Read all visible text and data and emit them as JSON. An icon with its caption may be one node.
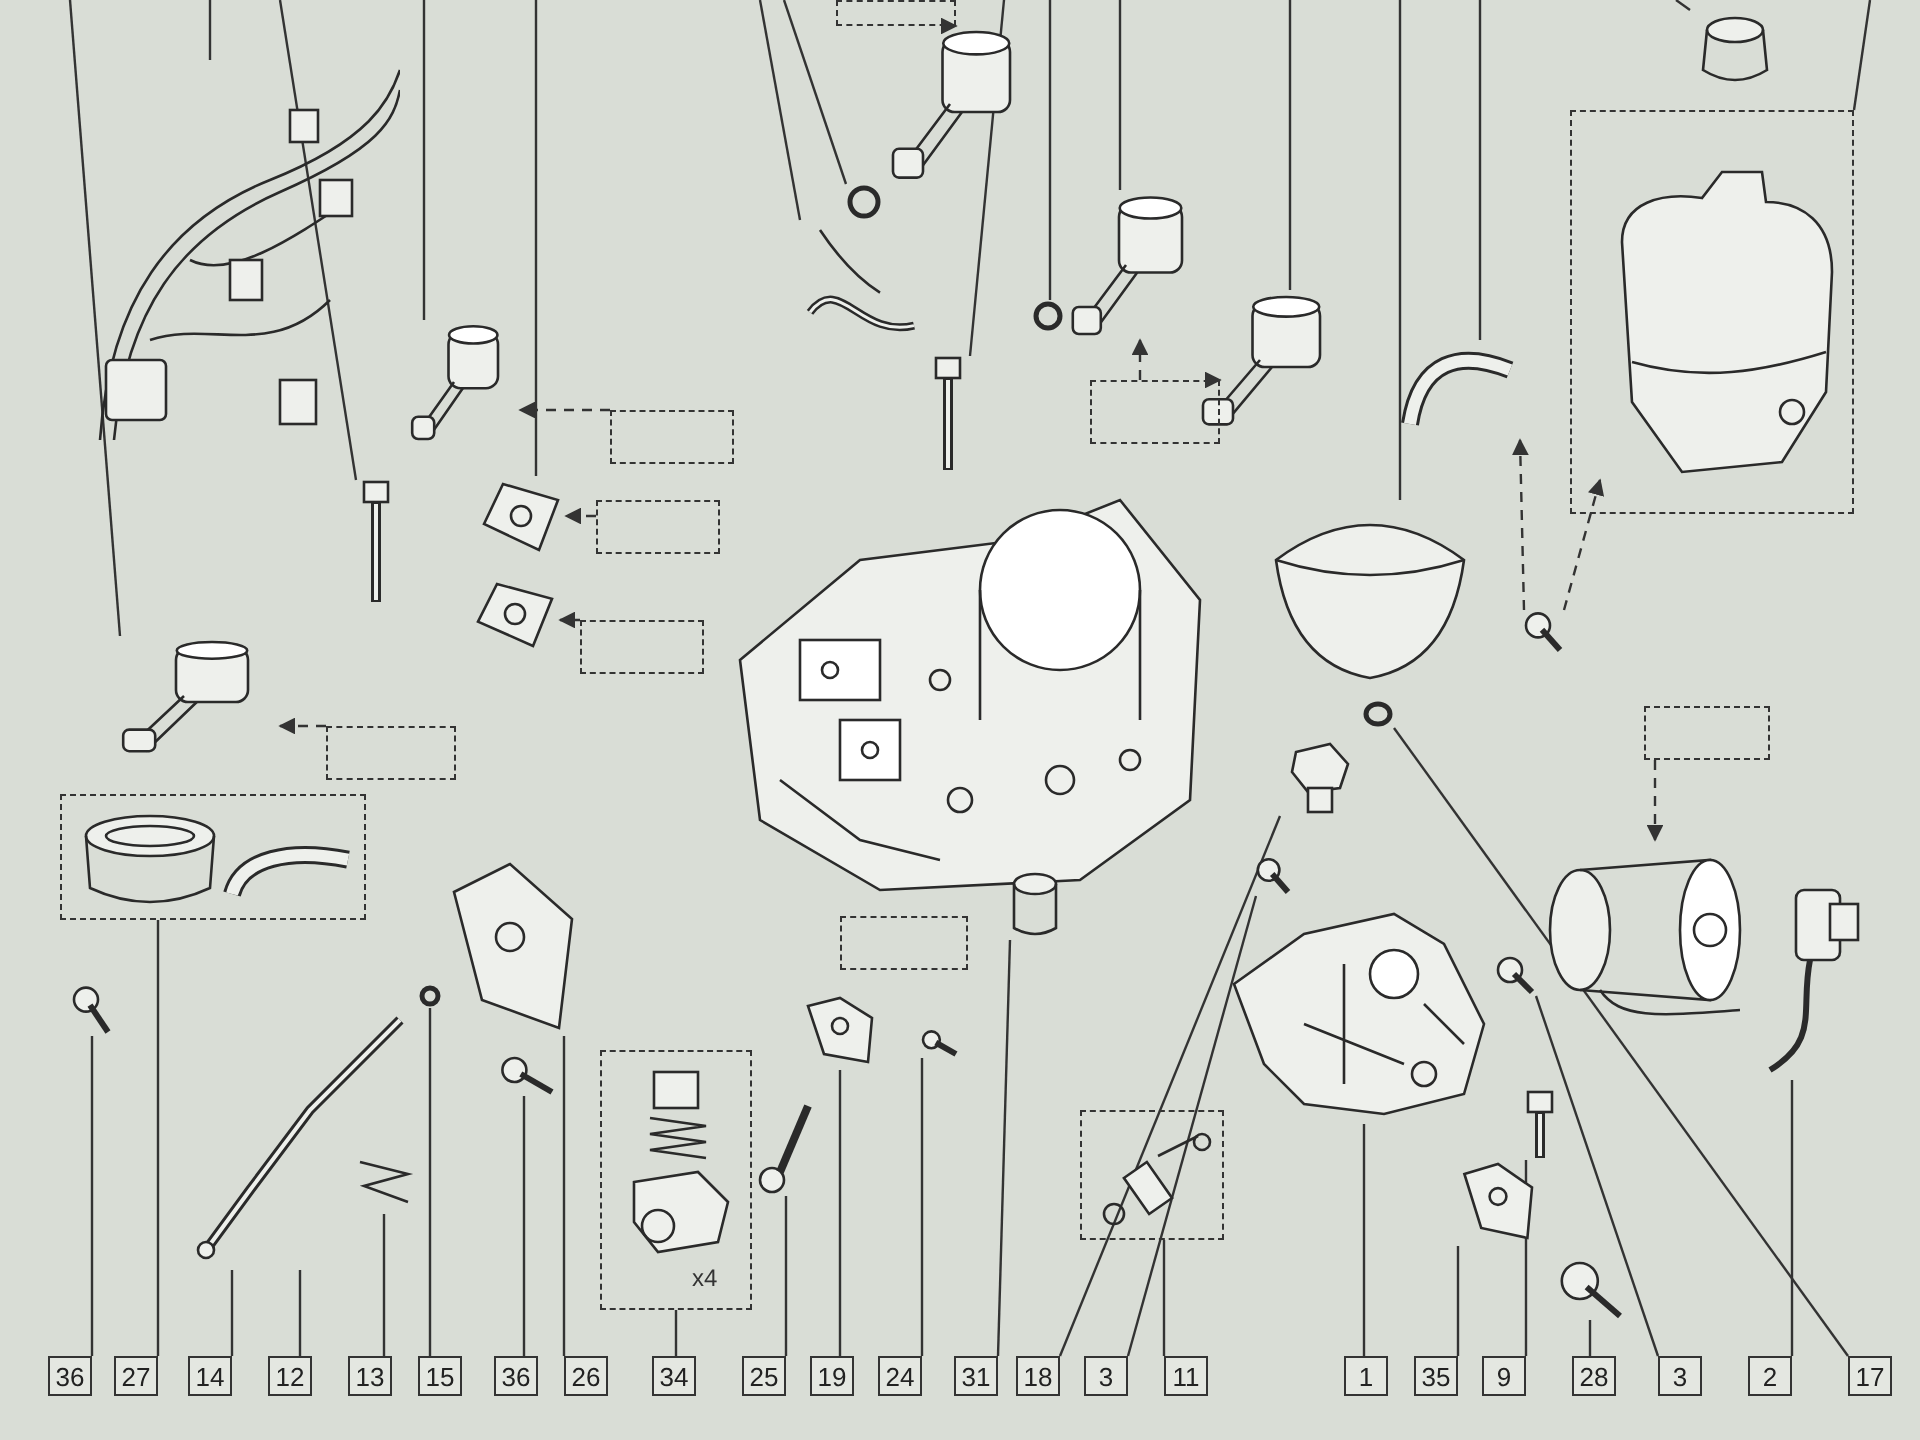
{
  "diagram": {
    "nodes": [
      {
        "text": [
          "36"
        ]
      },
      {
        "text": [
          "27"
        ]
      },
      {
        "text": [
          "14"
        ]
      },
      {
        "text": [
          "12"
        ]
      },
      {
        "text": [
          "13"
        ]
      },
      {
        "text": [
          "15"
        ]
      },
      {
        "text": [
          "36"
        ]
      },
      {
        "text": [
          "26"
        ]
      },
      {
        "text": [
          "34"
        ]
      },
      {
        "text": [
          "25"
        ]
      },
      {
        "text": [
          "19"
        ]
      },
      {
        "text": [
          "24"
        ]
      },
      {
        "text": [
          "31"
        ]
      },
      {
        "text": [
          "18"
        ]
      },
      {
        "text": [
          "3"
        ]
      },
      {
        "text": [
          "11"
        ]
      },
      {
        "text": [
          "1"
        ]
      },
      {
        "text": [
          "35"
        ]
      },
      {
        "text": [
          "9"
        ]
      },
      {
        "text": [
          "28"
        ]
      },
      {
        "text": [
          "3"
        ]
      },
      {
        "text": [
          "2"
        ]
      },
      {
        "text": [
          "17"
        ]
      },
      {
        "text": [],
        "shape": "picture"
      },
      {
        "text": [],
        "shape": "picture"
      },
      {
        "text": [],
        "shape": "picture"
      },
      {
        "text": [],
        "shape": "picture"
      },
      {
        "text": [],
        "shape": "picture"
      },
      {
        "text": [],
        "shape": "picture"
      },
      {
        "text": [],
        "shape": "picture"
      },
      {
        "text": [],
        "shape": "circle"
      },
      {
        "text": [],
        "shape": "picture"
      },
      {
        "text": [],
        "shape": "picture"
      },
      {
        "text": [],
        "shape": "picture"
      },
      {
        "text": [],
        "shape": "picture"
      },
      {
        "text": [],
        "shape": "circle"
      },
      {
        "text": [],
        "shape": "picture"
      },
      {
        "text": [],
        "shape": "picture"
      },
      {
        "text": [],
        "shape": "box"
      },
      {
        "text": [],
        "shape": "picture",
        "in": 38
      },
      {
        "text": [],
        "shape": "picture"
      },
      {
        "text": [],
        "shape": "picture"
      },
      {
        "text": [],
        "shape": "circle"
      },
      {
        "text": [],
        "shape": "picture"
      },
      {
        "text": [],
        "shape": "picture"
      },
      {
        "text": [],
        "shape": "picture"
      },
      {
        "text": [],
        "shape": "picture"
      },
      {
        "text": [],
        "shape": "picture"
      },
      {
        "text": [],
        "shape": "picture"
      },
      {
        "text": [],
        "shape": "picture"
      },
      {
        "text": [],
        "shape": "box"
      },
      {
        "text": [],
        "shape": "picture",
        "in": 50
      },
      {
        "text": [],
        "shape": "picture",
        "in": 50
      },
      {
        "text": [],
        "shape": "picture"
      },
      {
        "text": [],
        "shape": "picture"
      },
      {
        "text": [],
        "shape": "circle"
      },
      {
        "text": [],
        "shape": "picture"
      },
      {
        "text": [],
        "shape": "picture"
      },
      {
        "text": [],
        "shape": "picture"
      },
      {
        "text": [],
        "shape": "box"
      },
      {
        "text": [],
        "shape": "picture",
        "in": 59
      },
      {
        "text": [],
        "shape": "picture"
      },
      {
        "text": [],
        "shape": "picture"
      },
      {
        "text": [],
        "shape": "picture"
      },
      {
        "text": [],
        "shape": "picture"
      },
      {
        "text": [],
        "shape": "box"
      },
      {
        "text": [],
        "shape": "picture",
        "in": 65
      },
      {
        "text": [],
        "shape": "picture"
      },
      {
        "text": [],
        "shape": "picture"
      },
      {
        "text": [],
        "shape": "picture"
      },
      {
        "text": [],
        "shape": "box"
      },
      {
        "text": [],
        "shape": "box"
      },
      {
        "text": [],
        "shape": "box"
      },
      {
        "text": [],
        "shape": "box"
      },
      {
        "text": [],
        "shape": "box"
      },
      {
        "text": [],
        "shape": "box"
      },
      {
        "text": [],
        "shape": "box"
      },
      {
        "text": [],
        "shape": "box"
      }
    ],
    "edges": [
      {
        "from": 0,
        "to": 53,
        "arrow": "none"
      },
      {
        "from": 1,
        "to": 50,
        "arrow": "none"
      },
      {
        "from": 2,
        "to": 56,
        "arrow": "none"
      },
      {
        "from": 3,
        "to": 56,
        "arrow": "none"
      },
      {
        "from": 4,
        "to": 57,
        "arrow": "none"
      },
      {
        "from": 5,
        "to": 55,
        "arrow": "none"
      },
      {
        "from": 6,
        "to": 58,
        "arrow": "none"
      },
      {
        "from": 7,
        "to": 54,
        "arrow": "none"
      },
      {
        "from": 8,
        "to": 59,
        "arrow": "none"
      },
      {
        "from": 9,
        "to": 61,
        "arrow": "none"
      },
      {
        "from": 10,
        "to": 62,
        "arrow": "none"
      },
      {
        "from": 11,
        "to": 63,
        "arrow": "none"
      },
      {
        "from": 12,
        "to": 64,
        "arrow": "none"
      },
      {
        "from": 13,
        "to": 44,
        "arrow": "none"
      },
      {
        "from": 14,
        "to": 49,
        "arrow": "none"
      },
      {
        "from": 15,
        "to": 65,
        "arrow": "none"
      },
      {
        "from": 16,
        "to": 45,
        "arrow": "none"
      },
      {
        "from": 17,
        "to": 67,
        "arrow": "none"
      },
      {
        "from": 18,
        "to": 69,
        "arrow": "none"
      },
      {
        "from": 19,
        "to": 68,
        "arrow": "none"
      },
      {
        "from": 20,
        "to": 48,
        "arrow": "none"
      },
      {
        "from": 21,
        "to": 47,
        "arrow": "none"
      },
      {
        "from": 22,
        "to": 42,
        "arrow": "none"
      },
      {
        "from": 70,
        "to": 29,
        "arrow": "to",
        "style": "dashed"
      },
      {
        "from": 71,
        "to": 34,
        "arrow": "to",
        "style": "dashed"
      },
      {
        "from": 71,
        "to": 36,
        "arrow": "to",
        "style": "dashed"
      },
      {
        "from": 72,
        "to": 25,
        "arrow": "to",
        "style": "dashed"
      },
      {
        "from": 73,
        "to": 27,
        "arrow": "to",
        "style": "dashed"
      },
      {
        "from": 74,
        "to": 28,
        "arrow": "to",
        "style": "dashed"
      },
      {
        "from": 75,
        "to": 24,
        "arrow": "to",
        "style": "dashed"
      },
      {
        "from": 76,
        "to": 46,
        "arrow": "to",
        "style": "dashed"
      },
      {
        "from": 43,
        "to": 37,
        "arrow": "to",
        "style": "dashed"
      },
      {
        "from": 43,
        "to": 39,
        "arrow": "to",
        "style": "dashed"
      },
      {
        "from": null,
        "to": 24,
        "arrow": "none"
      },
      {
        "from": null,
        "to": 23,
        "arrow": "none"
      },
      {
        "from": null,
        "to": 26,
        "arrow": "none"
      },
      {
        "from": null,
        "to": 25,
        "arrow": "none"
      },
      {
        "from": null,
        "to": 27,
        "arrow": "none"
      },
      {
        "from": null,
        "to": 31,
        "arrow": "none"
      },
      {
        "from": null,
        "to": 30,
        "arrow": "none"
      },
      {
        "from": null,
        "to": 32,
        "arrow": "none"
      },
      {
        "from": null,
        "to": 35,
        "arrow": "none"
      },
      {
        "from": null,
        "to": 34,
        "arrow": "none"
      },
      {
        "from": null,
        "to": 36,
        "arrow": "none"
      },
      {
        "from": null,
        "to": 41,
        "arrow": "none"
      },
      {
        "from": null,
        "to": 37,
        "arrow": "none"
      },
      {
        "from": null,
        "to": 40,
        "arrow": "none"
      },
      {
        "from": null,
        "to": 38,
        "arrow": "none"
      }
    ],
    "labels": [
      "x4"
    ]
  }
}
